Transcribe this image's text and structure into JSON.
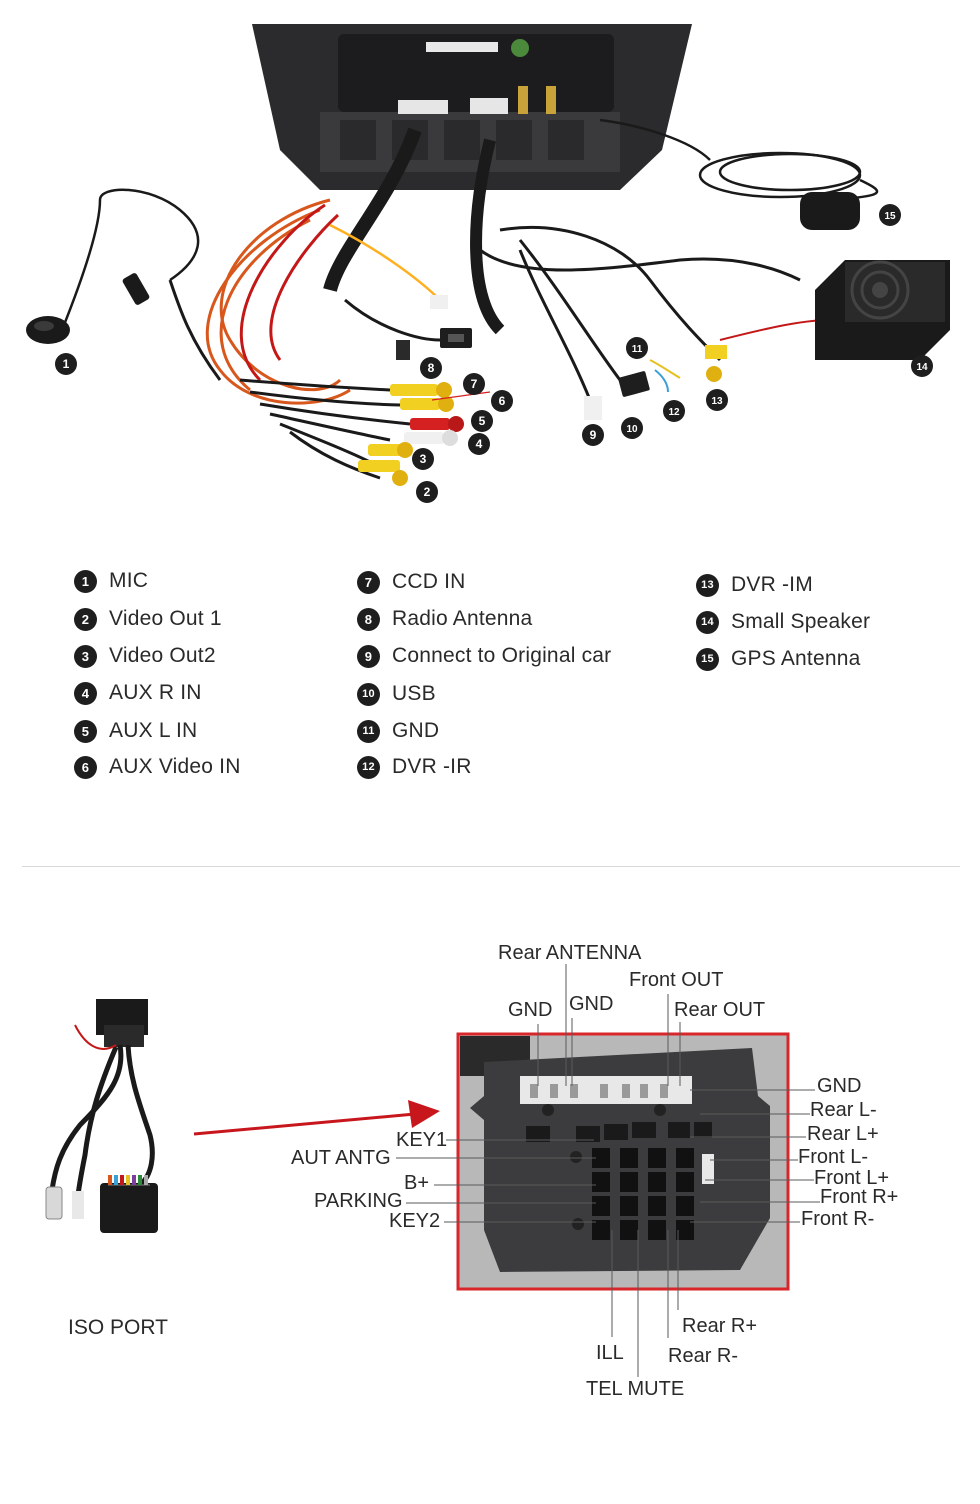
{
  "legend": [
    {
      "num": "1",
      "label": "MIC"
    },
    {
      "num": "2",
      "label": "Video Out 1"
    },
    {
      "num": "3",
      "label": "Video Out2"
    },
    {
      "num": "4",
      "label": "AUX R IN"
    },
    {
      "num": "5",
      "label": "AUX L IN"
    },
    {
      "num": "6",
      "label": "AUX Video IN"
    },
    {
      "num": "7",
      "label": "CCD IN"
    },
    {
      "num": "8",
      "label": "Radio Antenna"
    },
    {
      "num": "9",
      "label": "Connect to Original car"
    },
    {
      "num": "10",
      "label": "USB"
    },
    {
      "num": "11",
      "label": "GND"
    },
    {
      "num": "12",
      "label": "DVR -IR"
    },
    {
      "num": "13",
      "label": "DVR -IM"
    },
    {
      "num": "14",
      "label": "Small Speaker"
    },
    {
      "num": "15",
      "label": "GPS Antenna"
    }
  ],
  "photo_badges": [
    "1",
    "2",
    "3",
    "4",
    "5",
    "6",
    "7",
    "8",
    "9",
    "10",
    "11",
    "12",
    "13",
    "14",
    "15"
  ],
  "iso_label": "ISO PORT",
  "pin_labels": {
    "rear_antenna": "Rear ANTENNA",
    "front_out": "Front OUT",
    "gnd_left": "GND",
    "gnd_mid": "GND",
    "rear_out": "Rear OUT",
    "gnd_right": "GND",
    "rear_l_minus": "Rear L-",
    "rear_l_plus": "Rear L+",
    "front_l_minus": "Front L-",
    "front_l_plus": "Front L+",
    "front_r_plus": "Front R+",
    "front_r_minus": "Front R-",
    "key1": "KEY1",
    "aut_antg": "AUT ANTG",
    "b_plus": "B+",
    "parking": "PARKING",
    "key2": "KEY2",
    "rear_r_plus": "Rear R+",
    "ill": "ILL",
    "rear_r_minus": "Rear R-",
    "tel_mute": "TEL MUTE"
  },
  "colors": {
    "badge": "#1e1e1e",
    "highlight_box": "#d9262b",
    "arrow": "#c8161d",
    "unit_body": "#2a2a2a",
    "connector_body": "#3c3c3e"
  }
}
